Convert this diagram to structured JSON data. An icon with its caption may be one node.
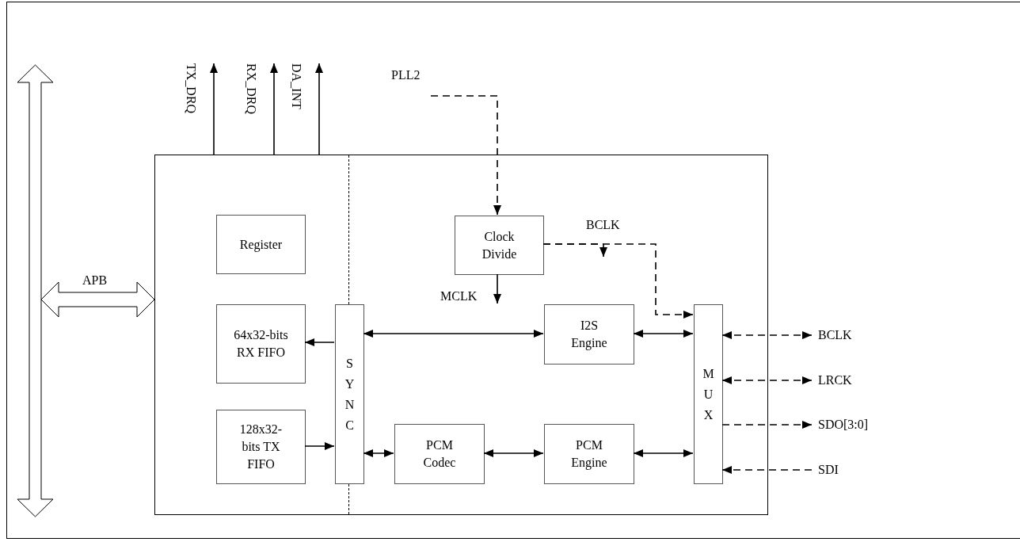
{
  "diagram": {
    "nodes": [
      {
        "text": [],
        "shape": "box"
      },
      {
        "text": [
          "Register"
        ],
        "in": 0
      },
      {
        "text": [
          "64x32-bits RX FIFO"
        ],
        "in": 0
      },
      {
        "text": [
          "128x32-bits TX FIFO"
        ],
        "in": 0
      },
      {
        "text": [
          "SYNC"
        ],
        "in": 0
      },
      {
        "text": [
          "Clock Divide"
        ],
        "in": 0
      },
      {
        "text": [
          "I2S Engine"
        ],
        "in": 0
      },
      {
        "text": [
          "PCM Codec"
        ],
        "in": 0
      },
      {
        "text": [
          "PCM Engine"
        ],
        "in": 0
      },
      {
        "text": [
          "MUX"
        ],
        "in": 0
      },
      {
        "text": [],
        "shape": "bar"
      },
      {
        "text": [
          "PLL2"
        ]
      },
      {
        "text": [
          "BCLK"
        ]
      },
      {
        "text": [
          "LRCK"
        ]
      },
      {
        "text": [
          "SDO[3:0]"
        ]
      },
      {
        "text": [
          "SDI"
        ]
      }
    ],
    "edges": [
      {
        "from": 0,
        "to": null,
        "arrow": "to",
        "label": "TX_DRQ"
      },
      {
        "from": 0,
        "to": null,
        "arrow": "to",
        "label": "RX_DRQ"
      },
      {
        "from": 0,
        "to": null,
        "arrow": "to",
        "label": "DA_INT"
      },
      {
        "from": 11,
        "to": 5,
        "arrow": "to",
        "style": "dashed"
      },
      {
        "from": 5,
        "to": null,
        "arrow": "to",
        "label": "MCLK"
      },
      {
        "from": 5,
        "to": 9,
        "arrow": "to",
        "style": "dashed",
        "label": "BCLK"
      },
      {
        "from": 5,
        "to": null,
        "arrow": "to",
        "style": "dashed"
      },
      {
        "from": 4,
        "to": 2,
        "arrow": "to"
      },
      {
        "from": 3,
        "to": 4,
        "arrow": "to"
      },
      {
        "from": 4,
        "to": 6,
        "arrow": "both"
      },
      {
        "from": 4,
        "to": 7,
        "arrow": "both"
      },
      {
        "from": 7,
        "to": 8,
        "arrow": "both"
      },
      {
        "from": 6,
        "to": 9,
        "arrow": "both"
      },
      {
        "from": 8,
        "to": 9,
        "arrow": "both"
      },
      {
        "from": 9,
        "to": 12,
        "arrow": "both",
        "style": "dashed"
      },
      {
        "from": 9,
        "to": 13,
        "arrow": "both",
        "style": "dashed"
      },
      {
        "from": 9,
        "to": 14,
        "arrow": "to",
        "style": "dashed"
      },
      {
        "from": 15,
        "to": 9,
        "arrow": "to",
        "style": "dashed"
      },
      {
        "from": 10,
        "to": 0,
        "arrow": "both",
        "style": "thick",
        "label": "APB"
      }
    ]
  }
}
